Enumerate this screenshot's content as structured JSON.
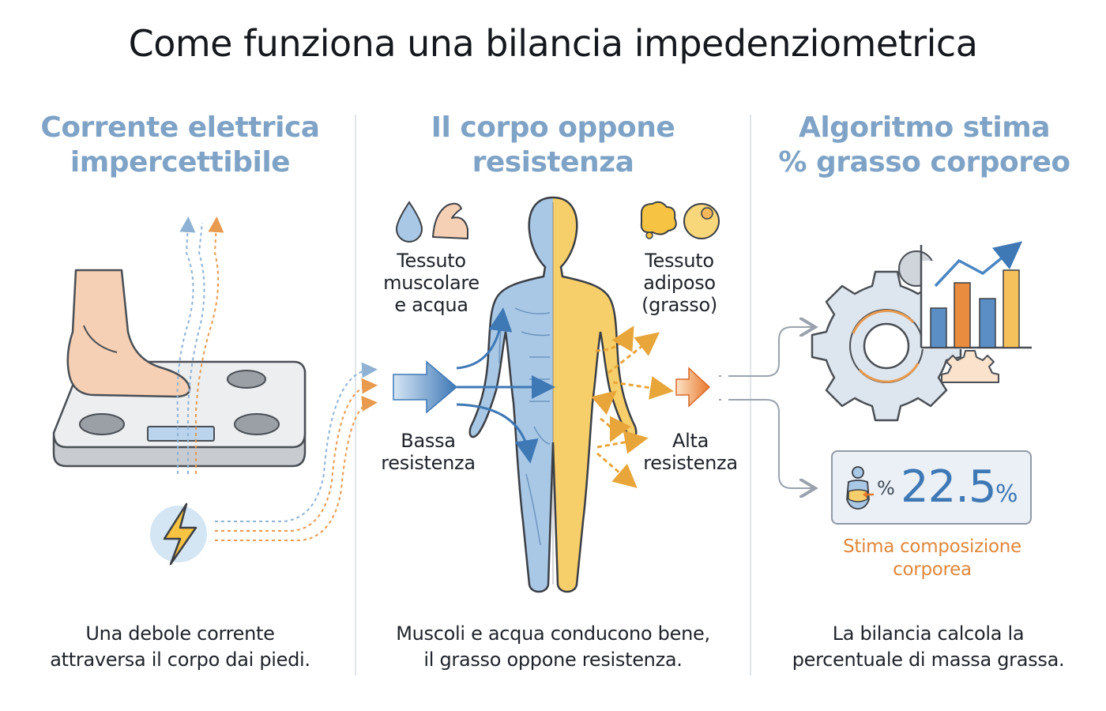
{
  "title": "Come funziona una bilancia impedenziometrica",
  "columns": [
    {
      "heading": [
        "Corrente elettrica",
        "impercettibile"
      ],
      "footer": [
        "Una debole corrente",
        "attraversa il corpo dai piedi."
      ]
    },
    {
      "heading": [
        "Il corpo oppone",
        "resistenza"
      ],
      "footer": [
        "Muscoli e acqua conducono bene,",
        "il grasso oppone resistenza."
      ]
    },
    {
      "heading": [
        "Algoritmo stima",
        "% grasso corporeo"
      ],
      "footer": [
        "La bilancia calcola la",
        "percentuale di massa grassa."
      ]
    }
  ],
  "body_labels": {
    "muscle": [
      "Tessuto",
      "muscolare",
      "e acqua"
    ],
    "fat": [
      "Tessuto",
      "adiposo",
      "(grasso)"
    ],
    "low": [
      "Bassa",
      "resistenza"
    ],
    "high": [
      "Alta",
      "resistenza"
    ]
  },
  "readout": {
    "percent_symbol": "%",
    "value": "22.5",
    "unit": "%",
    "caption": [
      "Stima composizione",
      "corporea"
    ]
  },
  "colors": {
    "heading_blue": "#7fa3c6",
    "muscle_blue": "#a9c8e6",
    "fat_yellow": "#f7cf6a",
    "current_orange": "#e89a4e",
    "bar_blue": "#5b8ec4",
    "bar_orange": "#ea8c3f",
    "bar_yellow": "#f5c15c"
  },
  "icons": [
    "water-drop-icon",
    "muscle-arm-icon",
    "fat-blob-icon",
    "fat-cell-icon",
    "lightning-bolt-icon",
    "gear-icon",
    "bar-chart-icon",
    "body-silhouette-icon"
  ]
}
